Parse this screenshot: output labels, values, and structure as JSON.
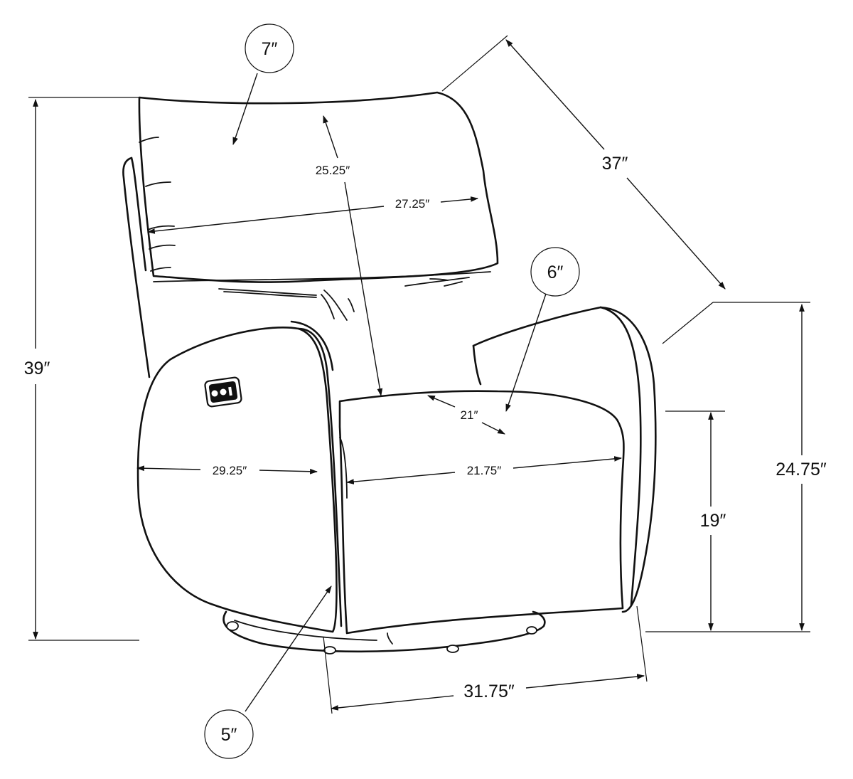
{
  "callouts": {
    "top": "7″",
    "arm": "6″",
    "bottom": "5″"
  },
  "dimensions": {
    "overall_height": "39″",
    "back_height": "25.25″",
    "back_width": "27.25″",
    "diagonal_depth": "37″",
    "arm_height": "24.75″",
    "seat_height": "19″",
    "seat_depth": "21″",
    "seat_width": "21.75″",
    "arm_depth": "29.25″",
    "overall_width": "31.75″"
  }
}
